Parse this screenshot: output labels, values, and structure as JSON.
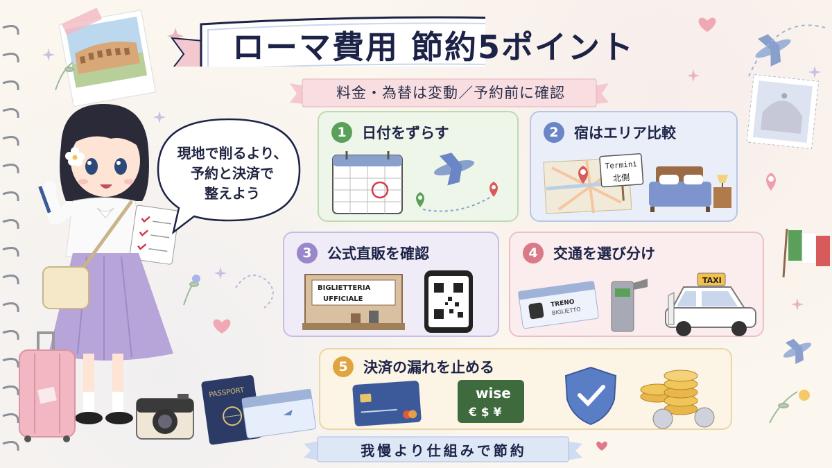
{
  "title": "ローマ費用 節約5ポイント",
  "subtitle": "料金・為替は変動／予約前に確認",
  "speech": [
    "現地で削るより、",
    "予約と決済で",
    "整えよう"
  ],
  "cards": [
    {
      "num": "1",
      "title": "日付をずらす",
      "color": "#5aa05a"
    },
    {
      "num": "2",
      "title": "宿はエリア比較",
      "color": "#6b86c6"
    },
    {
      "num": "3",
      "title": "公式直販を確認",
      "color": "#9a86c9"
    },
    {
      "num": "4",
      "title": "交通を選び分け",
      "color": "#d97a86"
    },
    {
      "num": "5",
      "title": "決済の漏れを止める",
      "color": "#e0a440"
    }
  ],
  "labels": {
    "termini_1": "Termini",
    "termini_2": "北側",
    "ticket_office_1": "BIGLIETTERIA",
    "ticket_office_2": "UFFICIALE",
    "treno_1": "TRENO",
    "treno_2": "BIGLIETTO",
    "taxi": "TAXI",
    "wise": "wise",
    "currencies": "€ $ ¥",
    "passport": "PASSPORT"
  },
  "footer": "我慢より仕組みで節約",
  "colors": {
    "navy": "#1c2347",
    "cream": "#fbf6ee",
    "pink_ribbon": "#f3c9cf",
    "blue_ribbon": "#cfdcf1"
  }
}
